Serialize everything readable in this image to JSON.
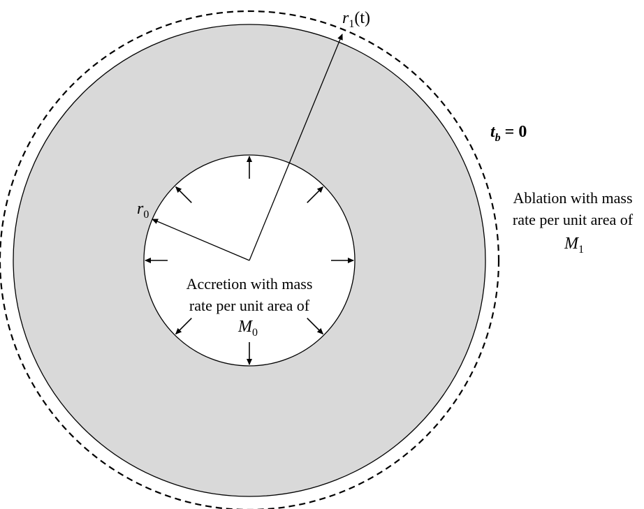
{
  "colors": {
    "shell_fill": "#d9d9d9",
    "stroke": "#000000",
    "background": "#ffffff"
  },
  "labels": {
    "outer_radius": {
      "symbol": "r",
      "subscript": "1",
      "suffix": "(t)"
    },
    "inner_radius": {
      "symbol": "r",
      "subscript": "0"
    },
    "boundary_condition": {
      "symbol": "t",
      "subscript": "b",
      "suffix": " = 0"
    },
    "ablation": {
      "line1": "Ablation with mass",
      "line2": "rate per unit area of",
      "symbol": "M",
      "subscript": "1"
    },
    "accretion": {
      "line1": "Accretion with mass",
      "line2": "rate per unit area of",
      "symbol": "M",
      "subscript": "0"
    }
  }
}
